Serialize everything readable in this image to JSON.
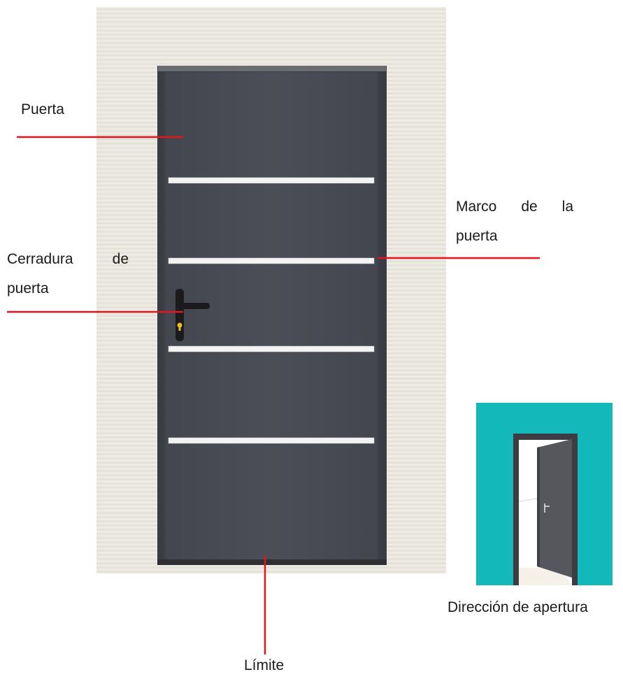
{
  "labels": {
    "door": "Puerta",
    "frame_line1": "Marco   de   la",
    "frame_line2": "puerta",
    "lock_line1": "Cerradura    de",
    "lock_line2": "puerta",
    "opening_direction": "Dirección de apertura",
    "limit": "Límite"
  },
  "colors": {
    "wall": "#e9e6dd",
    "door_panel": "#4a4c55",
    "frame": "#3a3c43",
    "glass_strip": "#f4f4f4",
    "leader_line": "#e3141a",
    "inset_background": "#12b8ba",
    "inset_door": "#55575d",
    "handle": "#1b1b1d",
    "keyhole": "#e8c020"
  }
}
